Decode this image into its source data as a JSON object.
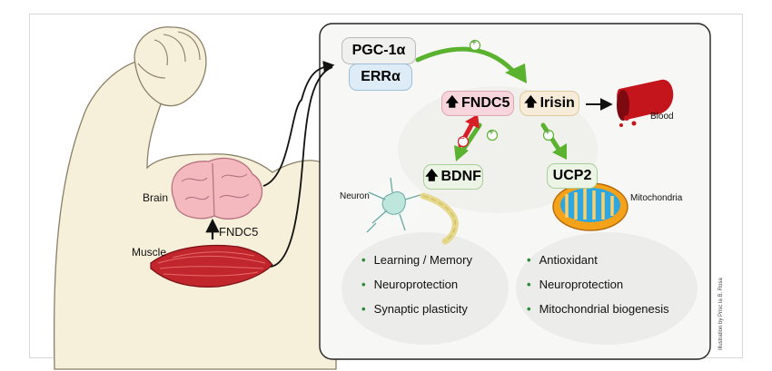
{
  "labels": {
    "brain": "Brain",
    "muscle": "Muscle",
    "fndc5_vertical": "FNDC5",
    "neuron": "Neuron",
    "blood": "Blood",
    "mitochondria": "Mitochondria",
    "credit": "Illustration by Prisc la B. Rosa"
  },
  "boxes": {
    "pgc1a": "PGC-1α",
    "erra": "ERRα",
    "fndc5": "FNDC5",
    "irisin": "Irisin",
    "bdnf": "BDNF",
    "ucp2": "UCP2",
    "up_arrow": "🡅"
  },
  "signs": {
    "plus": "+",
    "minus": "−"
  },
  "effects": {
    "left": [
      "Learning / Memory",
      "Neuroprotection",
      "Synaptic plasticity"
    ],
    "right": [
      "Antioxidant",
      "Neuroprotection",
      "Mitochondrial biogenesis"
    ],
    "bullet": "•"
  },
  "colors": {
    "arm": "#f6efd9",
    "arm_outline": "#8a7f66",
    "panel": "#f4f4f2",
    "pgc_box": "#f0f0ee",
    "err_box": "#deecf7",
    "fndc5_box": "#f6d6dc",
    "irisin_box": "#f6ecd9",
    "bdnf_box": "#ecf4e6",
    "ucp2_box": "#ecf4e6",
    "green_arrow": "#5ab22f",
    "red_arrow": "#d61f26",
    "blood": "#c4141c",
    "muscle": "#b8242a",
    "brain": "#f3b9bf",
    "mito_outer": "#f4a21a",
    "mito_inner": "#2ea6de"
  }
}
